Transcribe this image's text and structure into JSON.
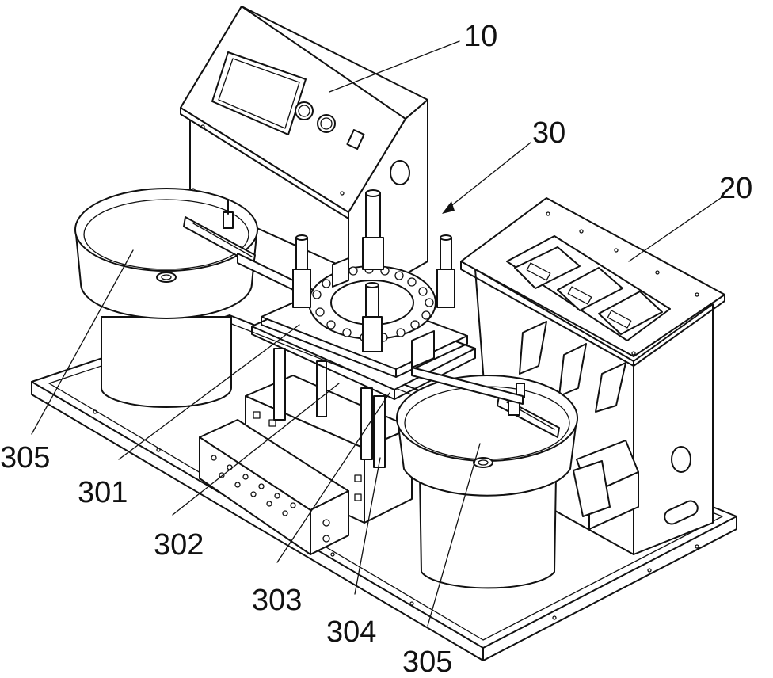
{
  "callouts": {
    "control_cabinet": "10",
    "feeding_assembly": "30",
    "output_unit": "20",
    "vibratory_feeder_left": "305",
    "turntable": "301",
    "support_plate": "302",
    "lift_mechanism": "303",
    "frame_block": "304",
    "vibratory_feeder_right": "305"
  }
}
